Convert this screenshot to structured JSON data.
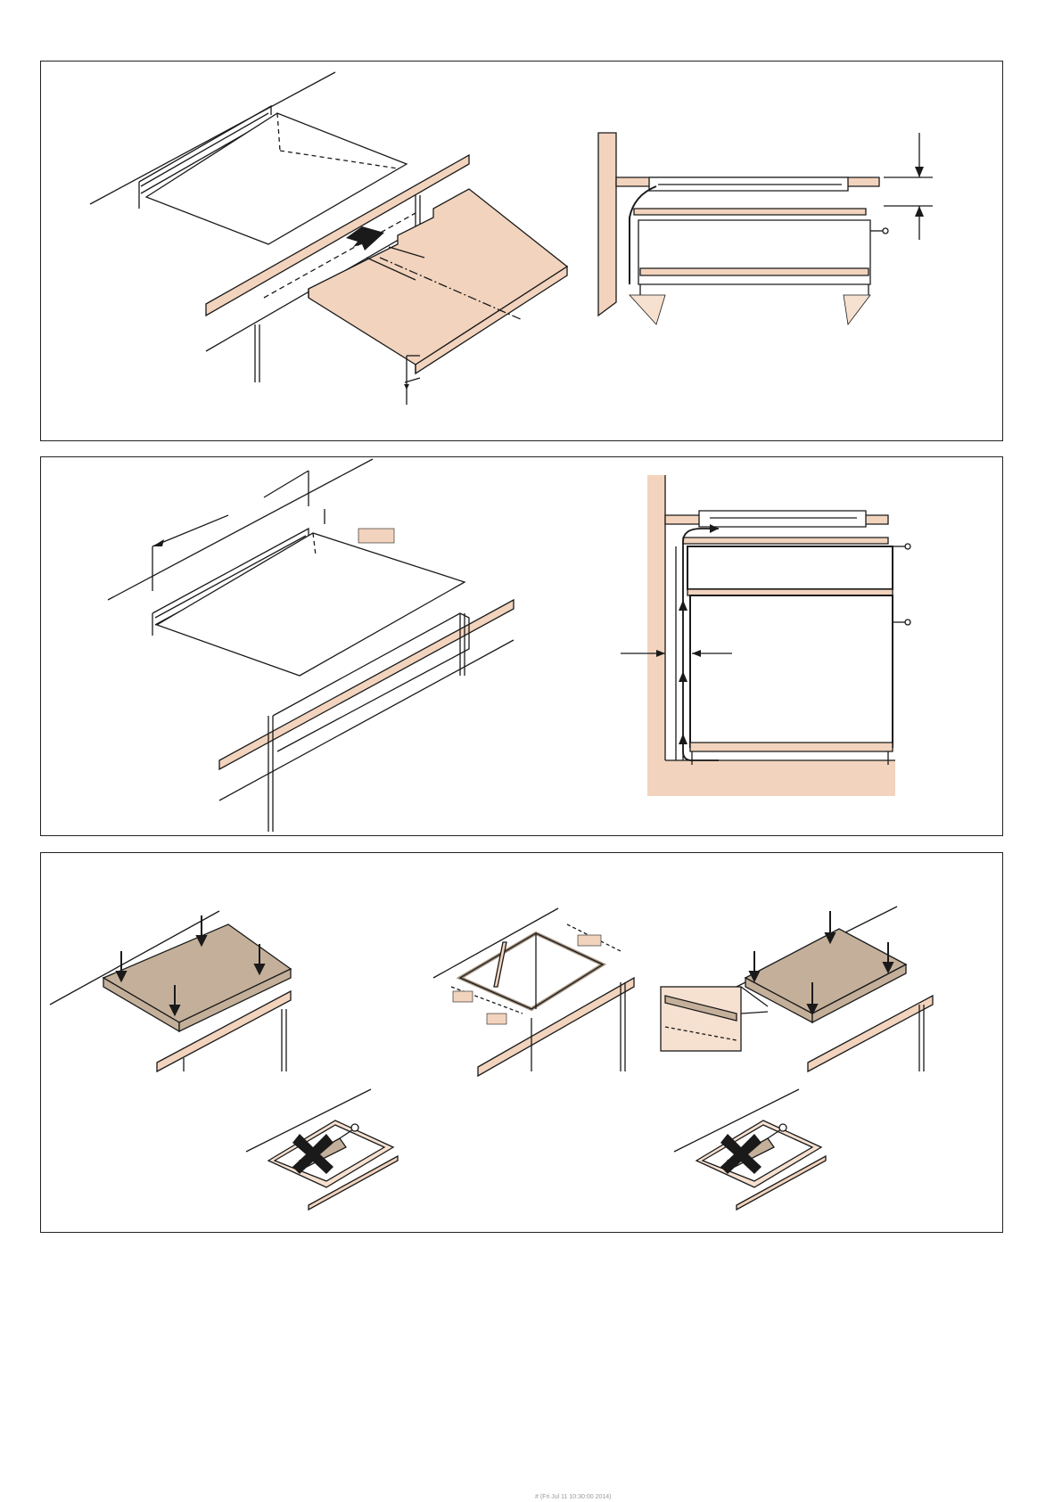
{
  "colors": {
    "wood": "#f2d3bd",
    "panel": "#c4b09a",
    "cavity": "#f6e0d0",
    "line": "#1a1a1a"
  },
  "figures": [
    {
      "name": "worktop-cutout-installation"
    },
    {
      "name": "cabinet-ventilation-section"
    },
    {
      "name": "hob-frame-alignment"
    },
    {
      "name": "wall-gap-airflow-section"
    },
    {
      "name": "press-hob-into-cutout"
    },
    {
      "name": "apply-seal-to-cutout"
    },
    {
      "name": "press-hob-with-seal-detail"
    },
    {
      "name": "no-silicone-prohibited-left"
    },
    {
      "name": "no-silicone-prohibited-right"
    }
  ],
  "footer": {
    "text": "# (Fri Jul 11 10:30:00 2014)"
  }
}
